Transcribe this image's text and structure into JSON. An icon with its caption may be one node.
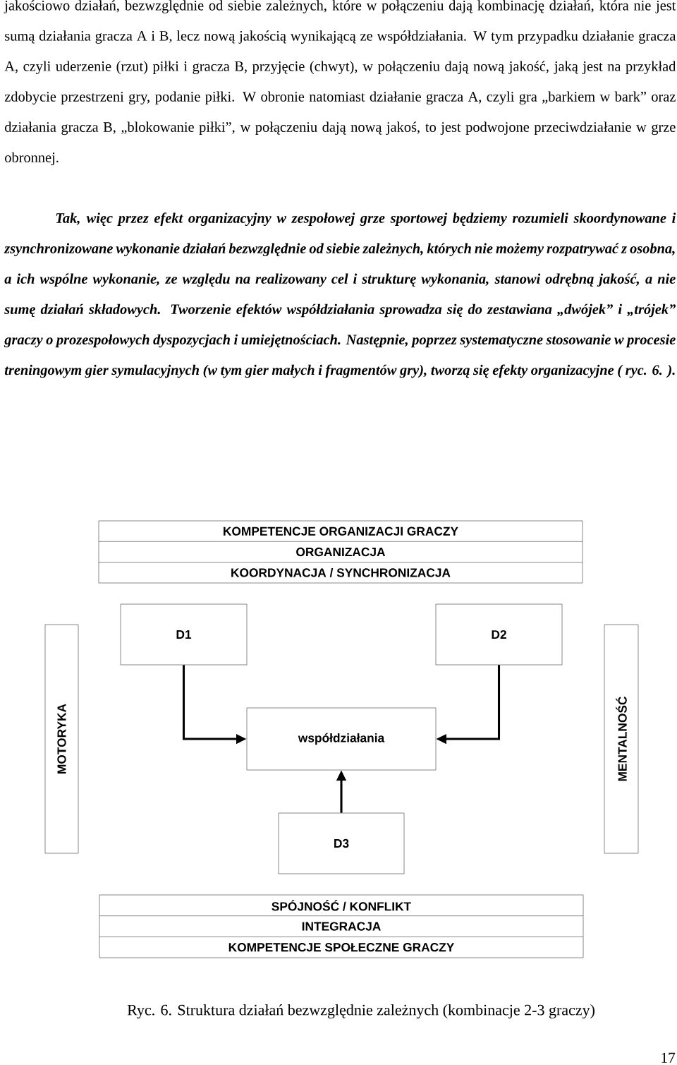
{
  "diagram": {
    "caption": "Ryc. 6. Struktura działań bezwzględnie zależnych (kombinacje 2-3 graczy)",
    "nodes": [
      {
        "text": [
          "KOMPETENCJE ORGANIZACJI GRACZY",
          "ORGANIZACJA",
          "KOORDYNACJA / SYNCHRONIZACJA"
        ]
      },
      {
        "text": [
          "D1"
        ]
      },
      {
        "text": [
          "D2"
        ]
      },
      {
        "text": [
          "MOTORYKA"
        ]
      },
      {
        "text": [
          "współdziałania"
        ]
      },
      {
        "text": [
          "MENTALNOŚĆ"
        ]
      },
      {
        "text": [
          "D3"
        ]
      },
      {
        "text": [
          "SPÓJNOŚĆ / KONFLIKT",
          "INTEGRACJA",
          "KOMPETENCJE SPOŁECZNE GRACZY"
        ]
      }
    ],
    "edges": [
      {
        "from": 1,
        "to": 4,
        "arrow": "to"
      },
      {
        "from": 2,
        "to": 4,
        "arrow": "to"
      },
      {
        "from": 6,
        "to": 4,
        "arrow": "to"
      }
    ],
    "labels": [
      "jakościowo działań, bezwzględnie od siebie zależnych, które w połączeniu dają kombinację działań, która nie jest sumą działania gracza A i B, lecz nową jakością wynikającą ze współdziałania. W tym przypadku działanie gracza A, czyli uderzenie (rzut) piłki i gracza B, przyjęcie (chwyt), w połączeniu dają nową jakość, jaką jest na przykład zdobycie przestrzeni gry, podanie piłki. W obronie natomiast działanie gracza A, czyli gra „barkiem w bark” oraz działania gracza B, „blokowanie piłki”, w połączeniu dają nową jakoś, to jest podwojone przeciwdziałanie w grze obronnej.",
      "Tak, więc przez efekt organizacyjny w zespołowej grze sportowej będziemy rozumieli skoordynowane i zsynchronizowane wykonanie działań bezwzględnie od siebie zależnych, których nie możemy rozpatrywać z osobna, a ich wspólne wykonanie, ze względu na realizowany cel i strukturę wykonania, stanowi odrębną jakość, a nie sumę działań składowych. Tworzenie efektów współdziałania sprowadza się do zestawiana „dwójek” i „trójek” graczy o prozespołowych dyspozycjach i umiejętnościach. Następnie, poprzez systematyczne stosowanie w procesie treningowym gier symulacyjnych (w tym gier małych i fragmentów gry), tworzą się efekty organizacyjne ( ryc. 6. ).",
      "17"
    ]
  }
}
